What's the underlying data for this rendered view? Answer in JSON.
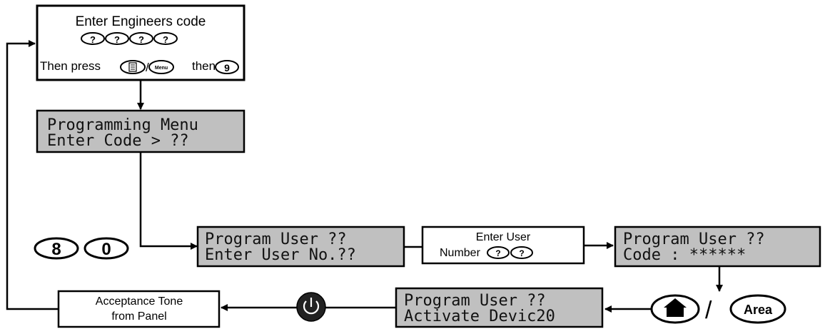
{
  "engineer_box": {
    "title": "Enter Engineers code",
    "code_keys": [
      "?",
      "?",
      "?",
      "?"
    ],
    "then_press": "Then press",
    "menu_key": "Menu",
    "then": "then",
    "nine_key": "9"
  },
  "lcd_programming": {
    "line1": "Programming Menu",
    "line2": "Enter Code >   ??"
  },
  "keys_80": [
    "8",
    "0"
  ],
  "lcd_program_user_1": {
    "line1": "Program User ??",
    "line2": "Enter User No.??"
  },
  "enter_user_box": {
    "line1": "Enter User",
    "line2": "Number",
    "keys": [
      "?",
      "?"
    ]
  },
  "lcd_program_user_code": {
    "line1": "Program User ??",
    "line2": "Code : ******"
  },
  "area_key": {
    "slash": "/",
    "label": "Area"
  },
  "lcd_activate": {
    "line1": "Program User ??",
    "line2": "Activate Devic20"
  },
  "acceptance_box": {
    "line1": "Acceptance Tone",
    "line2": "from Panel"
  }
}
